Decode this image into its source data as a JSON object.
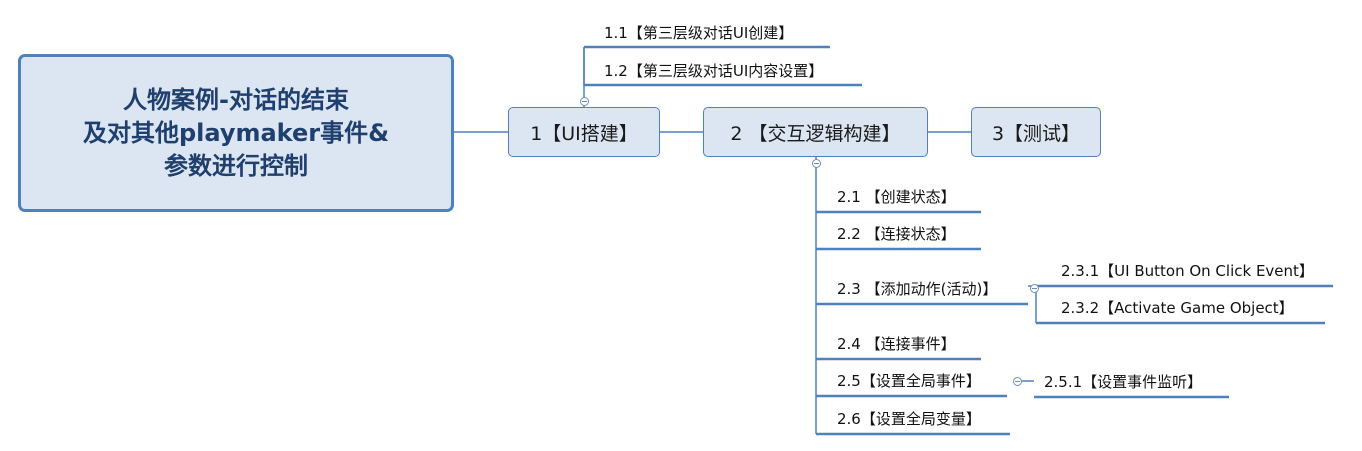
{
  "root": {
    "lines": [
      "人物案例-对话的结束",
      "及对其他playmaker事件&",
      "参数进行控制"
    ]
  },
  "main": [
    {
      "label": "1【UI搭建】"
    },
    {
      "label": "2 【交互逻辑构建】"
    },
    {
      "label": "3【测试】"
    }
  ],
  "branch1": [
    {
      "label": "1.1【第三层级对话UI创建】"
    },
    {
      "label": "1.2【第三层级对话UI内容设置】"
    }
  ],
  "branch2": [
    {
      "label": "2.1 【创建状态】"
    },
    {
      "label": "2.2 【连接状态】"
    },
    {
      "label": "2.3 【添加动作(活动)】"
    },
    {
      "label": "2.4 【连接事件】"
    },
    {
      "label": "2.5【设置全局事件】"
    },
    {
      "label": "2.6【设置全局变量】"
    }
  ],
  "branch2_3": [
    {
      "label": "2.3.1【UI Button On Click Event】"
    },
    {
      "label": "2.3.2【Activate Game Object】"
    }
  ],
  "branch2_5": [
    {
      "label": "2.5.1【设置事件监听】"
    }
  ],
  "colors": {
    "node_fill": "#dce6f2",
    "node_border": "#4f81bd",
    "connector": "#4f81bd",
    "underline": "#4f81bd",
    "root_text": "#1f3f6e"
  }
}
